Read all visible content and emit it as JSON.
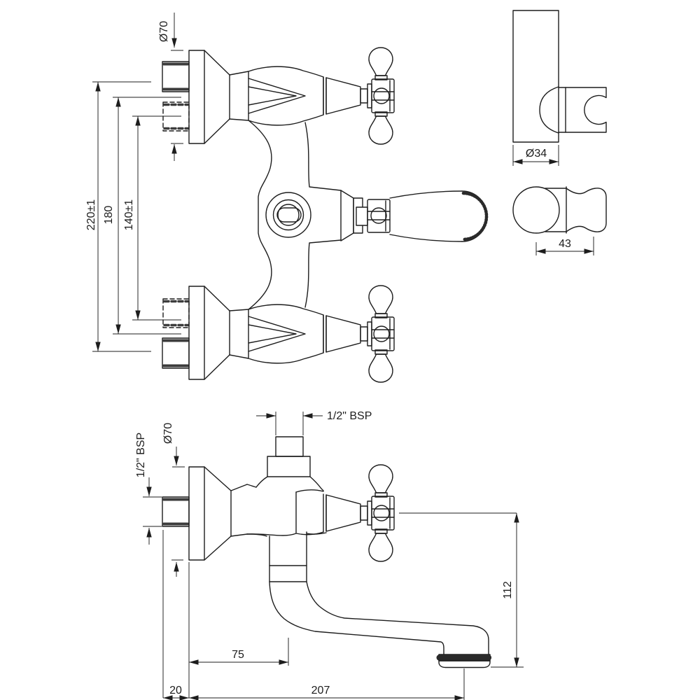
{
  "drawing": {
    "front_view": {
      "dia70": "Ø70",
      "d220": "220±1",
      "d180": "180",
      "d140": "140±1"
    },
    "holder": {
      "dia34": "Ø34",
      "d43": "43"
    },
    "side_view": {
      "bsp_top": "1/2\" BSP",
      "bsp_left": "1/2\" BSP",
      "dia70": "Ø70",
      "d75": "75",
      "d20": "20",
      "d207": "207",
      "d112": "112"
    }
  },
  "colors": {
    "line": "#1d1d1d",
    "background": "#ffffff"
  }
}
